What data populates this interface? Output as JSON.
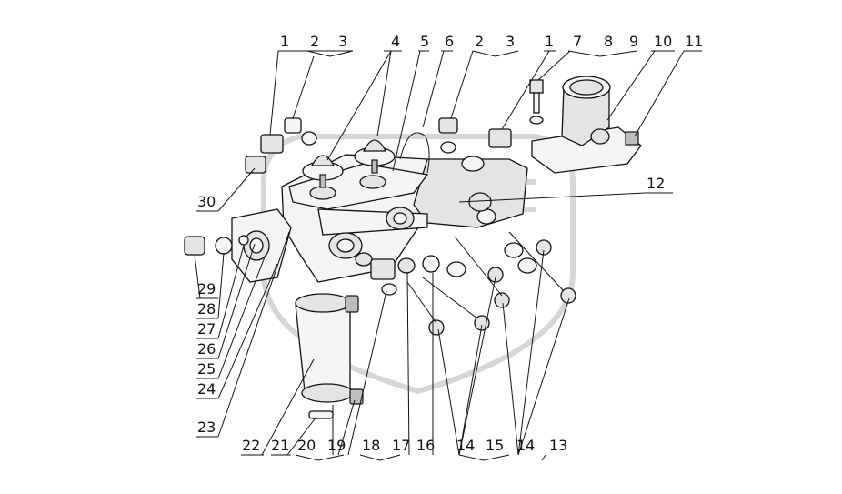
{
  "labels": [
    "1",
    "2",
    "3",
    "4",
    "5",
    "6",
    "2",
    "3",
    "1",
    "7",
    "8",
    "9",
    "10",
    "11",
    "12",
    "30",
    "29",
    "28",
    "27",
    "26",
    "25",
    "24",
    "23",
    "22",
    "21",
    "20",
    "19",
    "18",
    "17",
    "16",
    "14",
    "15",
    "14",
    "13"
  ],
  "colors": {
    "line": "#111111",
    "part": "#f4f4f4",
    "watermark": "#d6d6d6"
  }
}
